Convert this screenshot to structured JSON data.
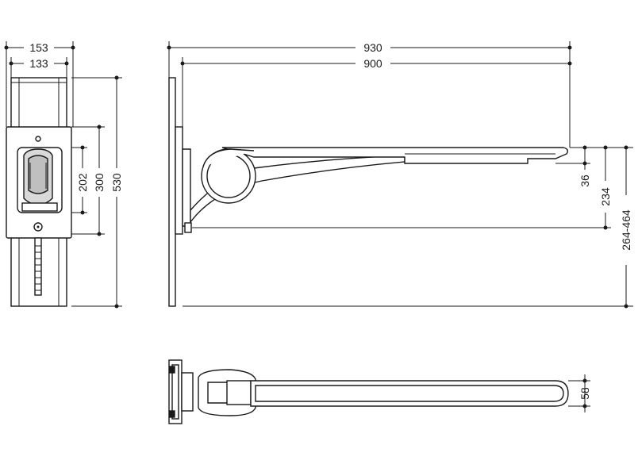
{
  "colors": {
    "line": "#1a1a1a",
    "fill_light": "#d9d9d9",
    "fill_mid": "#bfbfbf",
    "background": "#ffffff"
  },
  "dimensions": {
    "front_width_outer": "153",
    "front_width_inner": "133",
    "front_h_202": "202",
    "front_h_300": "300",
    "front_h_530": "530",
    "side_length_930": "930",
    "side_length_900": "900",
    "side_h_36": "36",
    "side_h_234": "234",
    "side_h_range": "264-464",
    "top_width_58": "58"
  }
}
